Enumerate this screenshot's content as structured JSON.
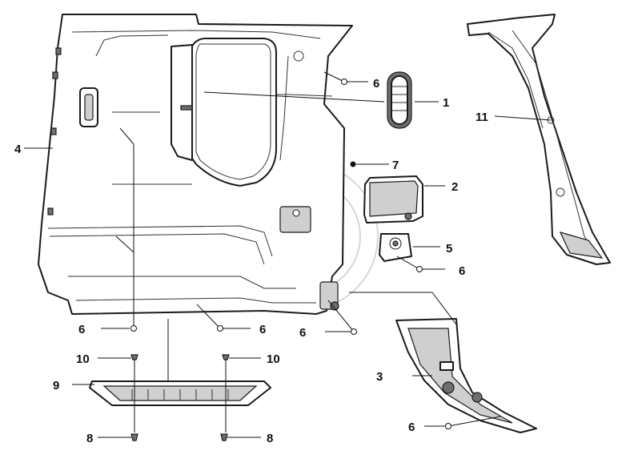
{
  "callouts": [
    {
      "id": "c1",
      "text": "1"
    },
    {
      "id": "c2",
      "text": "2"
    },
    {
      "id": "c3",
      "text": "3"
    },
    {
      "id": "c4",
      "text": "4"
    },
    {
      "id": "c5",
      "text": "5"
    },
    {
      "id": "c6a",
      "text": "6"
    },
    {
      "id": "c6b",
      "text": "6"
    },
    {
      "id": "c6c",
      "text": "6"
    },
    {
      "id": "c6d",
      "text": "6"
    },
    {
      "id": "c6e",
      "text": "6"
    },
    {
      "id": "c6f",
      "text": "6"
    },
    {
      "id": "c7",
      "text": "7"
    },
    {
      "id": "c8a",
      "text": "8"
    },
    {
      "id": "c8b",
      "text": "8"
    },
    {
      "id": "c9",
      "text": "9"
    },
    {
      "id": "c10a",
      "text": "10"
    },
    {
      "id": "c10b",
      "text": "10"
    },
    {
      "id": "c11",
      "text": "11"
    }
  ]
}
